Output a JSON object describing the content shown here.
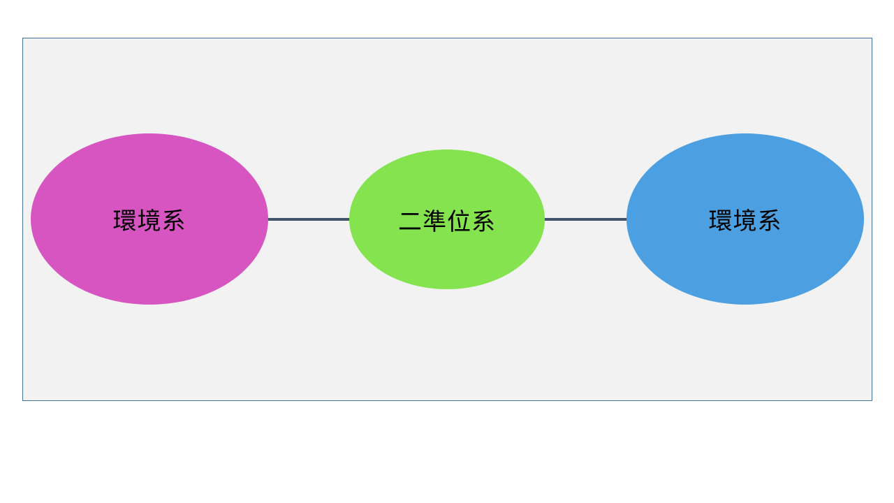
{
  "diagram": {
    "colors": {
      "background": "#ffffff",
      "panel_fill": "#f2f2f2",
      "panel_border": "#41719c",
      "connector": "#44546a",
      "text": "#000000"
    },
    "nodes": [
      {
        "id": "left",
        "label": "環境系",
        "color": "#d655c0"
      },
      {
        "id": "center",
        "label": "二準位系",
        "color": "#84e34e"
      },
      {
        "id": "right",
        "label": "環境系",
        "color": "#4c9fe0"
      }
    ],
    "edges": [
      {
        "from": "left",
        "to": "center"
      },
      {
        "from": "center",
        "to": "right"
      }
    ]
  }
}
